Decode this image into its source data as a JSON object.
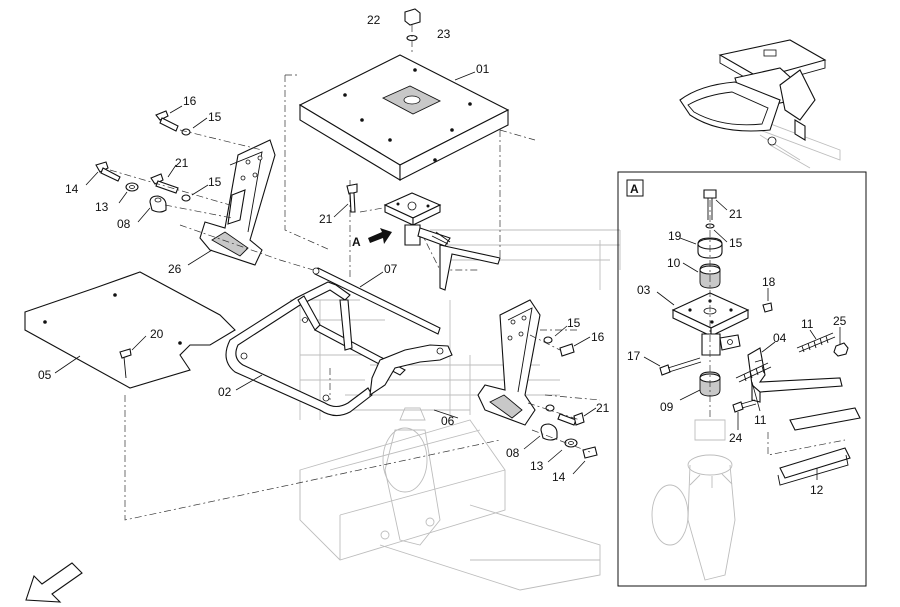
{
  "diagram": {
    "inset_label": "A",
    "view_arrow_label": "A",
    "callouts": {
      "c22": "22",
      "c23": "23",
      "c01": "01",
      "c16a": "16",
      "c15a": "15",
      "c21a": "21",
      "c14a": "14",
      "c13a": "13",
      "c15b": "15",
      "c08a": "08",
      "c21b": "21",
      "c26": "26",
      "c07": "07",
      "c20": "20",
      "c05": "05",
      "c02": "02",
      "c06": "06",
      "c15c": "15",
      "c16b": "16",
      "c21c": "21",
      "c08b": "08",
      "c13b": "13",
      "c14b": "14",
      "i21": "21",
      "i19": "19",
      "i15": "15",
      "i10": "10",
      "i18": "18",
      "i03": "03",
      "i11a": "11",
      "i25": "25",
      "i04": "04",
      "i17": "17",
      "i09": "09",
      "i11b": "11",
      "i24": "24",
      "i12": "12"
    }
  }
}
